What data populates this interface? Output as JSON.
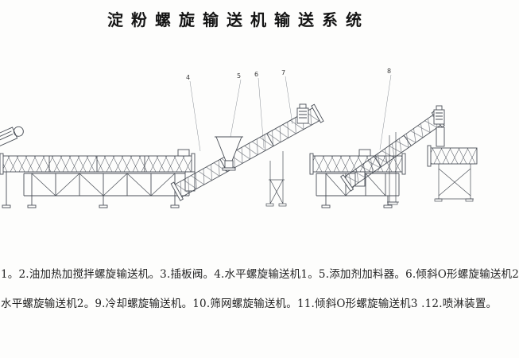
{
  "page": {
    "title": "淀粉螺旋输送机输送系统"
  },
  "drawing": {
    "callouts": [
      {
        "label": "4"
      },
      {
        "label": "5"
      },
      {
        "label": "6"
      },
      {
        "label": "7"
      },
      {
        "label": "8"
      }
    ]
  },
  "caption": {
    "line1": "1。2.油加热加搅拌螺旋输送机。3.插板阀。4.水平螺旋输送机1。5.添加剂加料器。6.倾斜O形螺旋输送机2",
    "line2": "水平螺旋输送机2。9.冷却螺旋输送机。10.筛网螺旋输送机。11.倾斜O形螺旋输送机3 .12.喷淋装置。"
  },
  "colors": {
    "line": "#4a4f57",
    "text": "#242424"
  }
}
